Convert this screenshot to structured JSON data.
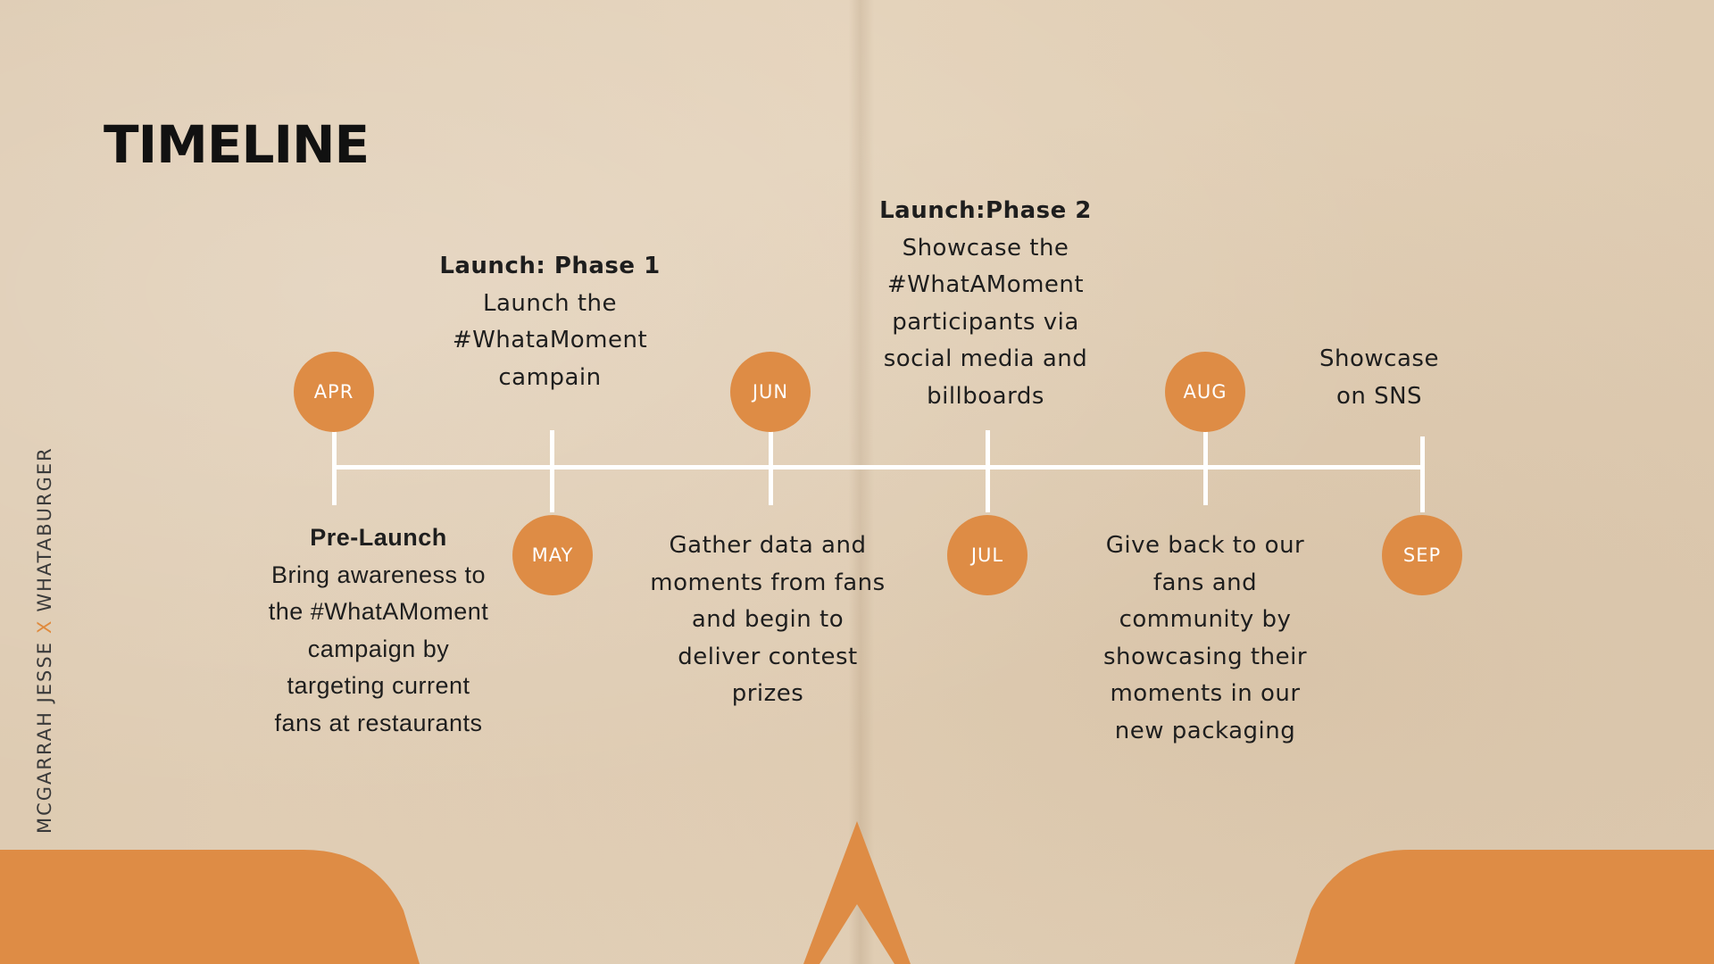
{
  "title": "TIMELINE",
  "side_credit": {
    "left": "MCGARRAH JESSE",
    "separator": "X",
    "right": "WHATABURGER"
  },
  "colors": {
    "accent": "#de8c45",
    "background": "#e2cfb6",
    "line": "#ffffff",
    "text": "#1e1e1e"
  },
  "milestones": [
    {
      "month": "APR"
    },
    {
      "month": "MAY"
    },
    {
      "month": "JUN"
    },
    {
      "month": "JUL"
    },
    {
      "month": "AUG"
    },
    {
      "month": "SEP"
    }
  ],
  "events": [
    {
      "heading": "Pre-Launch",
      "body": "Bring awareness to\nthe #WhatAMoment\ncampaign by\ntargeting current\nfans at restaurants"
    },
    {
      "heading": "Launch: Phase 1",
      "body": "Launch the\n#WhataMoment\ncampain"
    },
    {
      "heading": "",
      "body": "Gather data and\nmoments from fans\nand begin to\ndeliver contest\nprizes"
    },
    {
      "heading": "Launch:Phase 2",
      "body": "Showcase the\n#WhatAMoment\nparticipants via\nsocial media and\nbillboards"
    },
    {
      "heading": "",
      "body": "Give back to our\nfans and\ncommunity by\nshowcasing their\nmoments in our\nnew packaging"
    },
    {
      "heading": "",
      "body": "Showcase\non SNS"
    }
  ]
}
